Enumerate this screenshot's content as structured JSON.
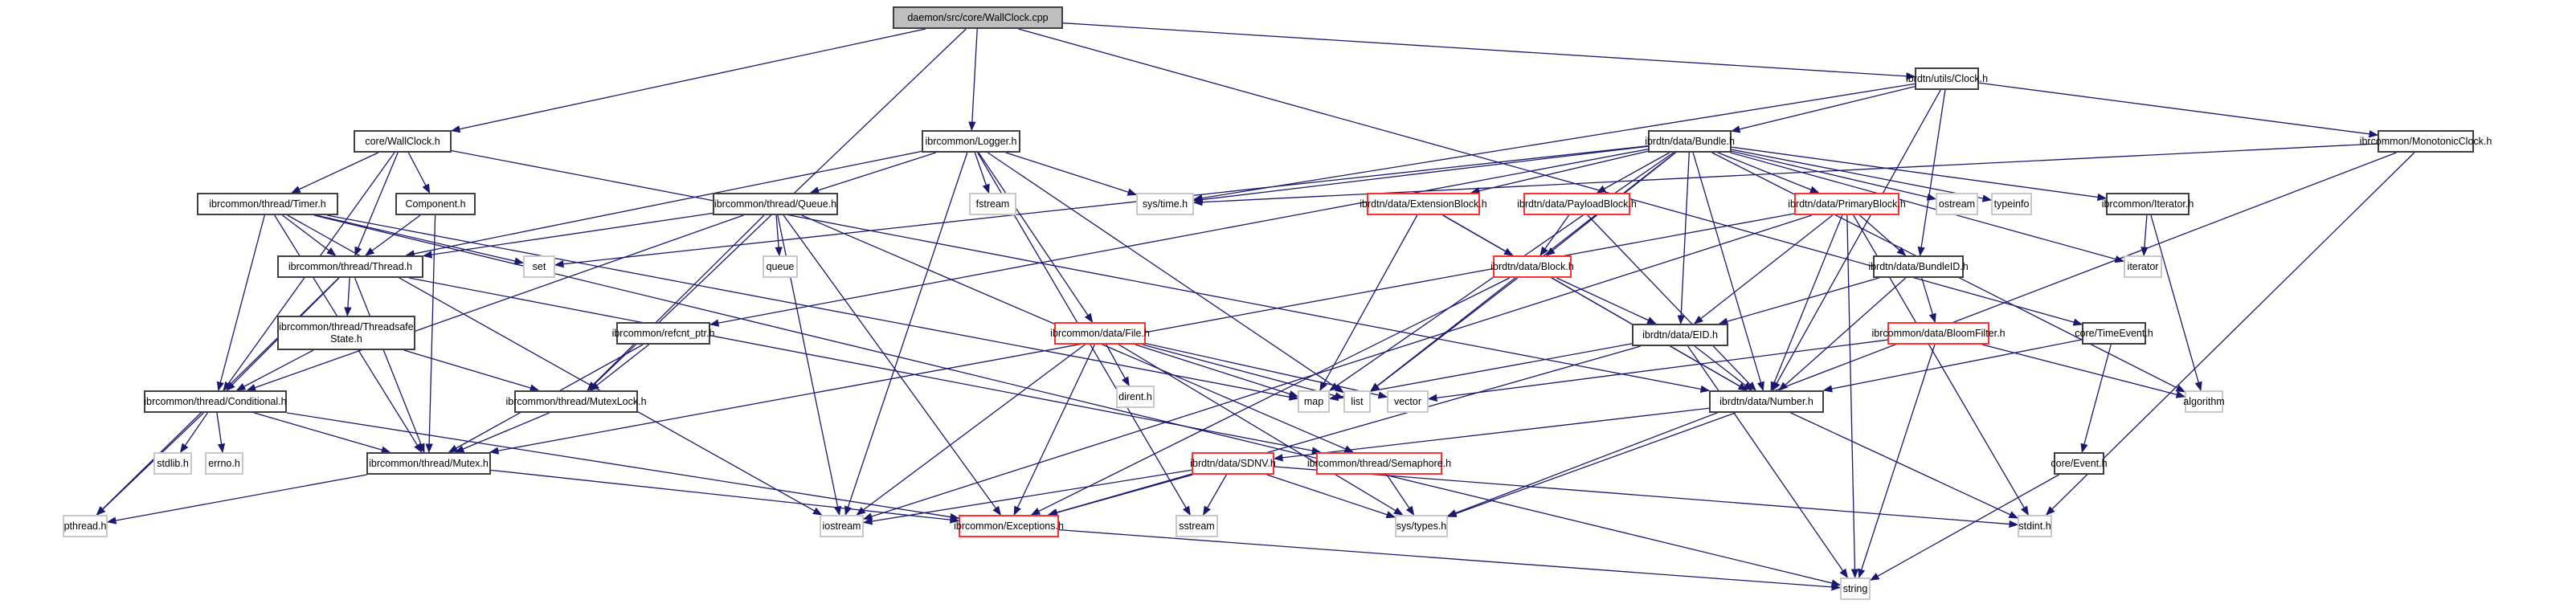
{
  "title": "daemon/src/core/WallClock.cpp include dependency graph",
  "colors": {
    "edge": "#191970",
    "local_border": "#404040",
    "system_border": "#c8c8c8",
    "truncated_border": "#ff3030",
    "root_fill": "#bfbfbf"
  },
  "nodes": [
    {
      "id": "root",
      "label": "daemon/src/core/WallClock.cpp",
      "kind": "root"
    },
    {
      "id": "wallclock_h",
      "label": "core/WallClock.h",
      "kind": "local"
    },
    {
      "id": "logger",
      "label": "ibrcommon/Logger.h",
      "kind": "local"
    },
    {
      "id": "clock",
      "label": "ibrdtn/utils/Clock.h",
      "kind": "local"
    },
    {
      "id": "timer",
      "label": "ibrcommon/thread/Timer.h",
      "kind": "local"
    },
    {
      "id": "component",
      "label": "Component.h",
      "kind": "local"
    },
    {
      "id": "queue_h",
      "label": "ibrcommon/thread/Queue.h",
      "kind": "local"
    },
    {
      "id": "fstream",
      "label": "fstream",
      "kind": "system"
    },
    {
      "id": "systime",
      "label": "sys/time.h",
      "kind": "system"
    },
    {
      "id": "bundle",
      "label": "ibrdtn/data/Bundle.h",
      "kind": "local"
    },
    {
      "id": "monoclock",
      "label": "ibrcommon/MonotonicClock.h",
      "kind": "local"
    },
    {
      "id": "thread",
      "label": "ibrcommon/thread/Thread.h",
      "kind": "local"
    },
    {
      "id": "set",
      "label": "set",
      "kind": "system"
    },
    {
      "id": "queue",
      "label": "queue",
      "kind": "system"
    },
    {
      "id": "extblock",
      "label": "ibrdtn/data/ExtensionBlock.h",
      "kind": "truncated"
    },
    {
      "id": "payloadblock",
      "label": "ibrdtn/data/PayloadBlock.h",
      "kind": "truncated"
    },
    {
      "id": "primaryblock",
      "label": "ibrdtn/data/PrimaryBlock.h",
      "kind": "truncated"
    },
    {
      "id": "ostream",
      "label": "ostream",
      "kind": "system"
    },
    {
      "id": "typeinfo",
      "label": "typeinfo",
      "kind": "system"
    },
    {
      "id": "iterator_h",
      "label": "ibrcommon/Iterator.h",
      "kind": "local"
    },
    {
      "id": "tsstate",
      "label": "ibrcommon/thread/Threadsafe\nState.h",
      "kind": "local"
    },
    {
      "id": "block",
      "label": "ibrdtn/data/Block.h",
      "kind": "truncated"
    },
    {
      "id": "bundleid",
      "label": "ibrdtn/data/BundleID.h",
      "kind": "local"
    },
    {
      "id": "iterator",
      "label": "iterator",
      "kind": "system"
    },
    {
      "id": "refcnt",
      "label": "ibrcommon/refcnt_ptr.h",
      "kind": "local"
    },
    {
      "id": "file",
      "label": "ibrcommon/data/File.h",
      "kind": "truncated"
    },
    {
      "id": "eid",
      "label": "ibrdtn/data/EID.h",
      "kind": "local"
    },
    {
      "id": "bloom",
      "label": "ibrcommon/data/BloomFilter.h",
      "kind": "truncated"
    },
    {
      "id": "timeevent",
      "label": "core/TimeEvent.h",
      "kind": "local"
    },
    {
      "id": "conditional",
      "label": "ibrcommon/thread/Conditional.h",
      "kind": "local"
    },
    {
      "id": "mutexlock",
      "label": "ibrcommon/thread/MutexLock.h",
      "kind": "local"
    },
    {
      "id": "dirent",
      "label": "dirent.h",
      "kind": "system"
    },
    {
      "id": "map",
      "label": "map",
      "kind": "system"
    },
    {
      "id": "list",
      "label": "list",
      "kind": "system"
    },
    {
      "id": "vector",
      "label": "vector",
      "kind": "system"
    },
    {
      "id": "number",
      "label": "ibrdtn/data/Number.h",
      "kind": "local"
    },
    {
      "id": "algorithm",
      "label": "algorithm",
      "kind": "system"
    },
    {
      "id": "stdlib",
      "label": "stdlib.h",
      "kind": "system"
    },
    {
      "id": "errno",
      "label": "errno.h",
      "kind": "system"
    },
    {
      "id": "mutex",
      "label": "ibrcommon/thread/Mutex.h",
      "kind": "local"
    },
    {
      "id": "sdnv",
      "label": "ibrdtn/data/SDNV.h",
      "kind": "truncated"
    },
    {
      "id": "semaphore",
      "label": "ibrcommon/thread/Semaphore.h",
      "kind": "truncated"
    },
    {
      "id": "event",
      "label": "core/Event.h",
      "kind": "local"
    },
    {
      "id": "pthread",
      "label": "pthread.h",
      "kind": "system"
    },
    {
      "id": "iostream",
      "label": "iostream",
      "kind": "system"
    },
    {
      "id": "exceptions",
      "label": "ibrcommon/Exceptions.h",
      "kind": "truncated"
    },
    {
      "id": "sstream",
      "label": "sstream",
      "kind": "system"
    },
    {
      "id": "systypes",
      "label": "sys/types.h",
      "kind": "system"
    },
    {
      "id": "stdint",
      "label": "stdint.h",
      "kind": "system"
    },
    {
      "id": "string",
      "label": "string",
      "kind": "system"
    }
  ],
  "edges": [
    [
      "root",
      "wallclock_h"
    ],
    [
      "root",
      "logger"
    ],
    [
      "root",
      "clock"
    ],
    [
      "root",
      "mutexlock"
    ],
    [
      "root",
      "timeevent"
    ],
    [
      "wallclock_h",
      "timer"
    ],
    [
      "wallclock_h",
      "component"
    ],
    [
      "wallclock_h",
      "thread"
    ],
    [
      "wallclock_h",
      "conditional"
    ],
    [
      "wallclock_h",
      "number"
    ],
    [
      "timer",
      "thread"
    ],
    [
      "timer",
      "conditional"
    ],
    [
      "timer",
      "set"
    ],
    [
      "timer",
      "mutex"
    ],
    [
      "timer",
      "iostream"
    ],
    [
      "timer",
      "string"
    ],
    [
      "timer",
      "map"
    ],
    [
      "component",
      "thread"
    ],
    [
      "component",
      "mutex"
    ],
    [
      "logger",
      "queue_h"
    ],
    [
      "logger",
      "fstream"
    ],
    [
      "logger",
      "systime"
    ],
    [
      "logger",
      "thread"
    ],
    [
      "logger",
      "file"
    ],
    [
      "logger",
      "iostream"
    ],
    [
      "logger",
      "list"
    ],
    [
      "logger",
      "sstream"
    ],
    [
      "queue_h",
      "queue"
    ],
    [
      "queue_h",
      "thread"
    ],
    [
      "queue_h",
      "conditional"
    ],
    [
      "queue_h",
      "mutexlock"
    ],
    [
      "queue_h",
      "exceptions"
    ],
    [
      "queue_h",
      "iostream"
    ],
    [
      "queue_h",
      "semaphore"
    ],
    [
      "clock",
      "bundle"
    ],
    [
      "clock",
      "monoclock"
    ],
    [
      "clock",
      "systime"
    ],
    [
      "clock",
      "bundleid"
    ],
    [
      "clock",
      "number"
    ],
    [
      "bundle",
      "extblock"
    ],
    [
      "bundle",
      "payloadblock"
    ],
    [
      "bundle",
      "primaryblock"
    ],
    [
      "bundle",
      "block"
    ],
    [
      "bundle",
      "eid"
    ],
    [
      "bundle",
      "ostream"
    ],
    [
      "bundle",
      "typeinfo"
    ],
    [
      "bundle",
      "iterator_h"
    ],
    [
      "bundle",
      "iterator"
    ],
    [
      "bundle",
      "list"
    ],
    [
      "bundle",
      "map"
    ],
    [
      "bundle",
      "set"
    ],
    [
      "bundle",
      "systime"
    ],
    [
      "bundle",
      "refcnt"
    ],
    [
      "bundle",
      "algorithm"
    ],
    [
      "bundle",
      "number"
    ],
    [
      "monoclock",
      "systime"
    ],
    [
      "monoclock",
      "stdint"
    ],
    [
      "monoclock",
      "systypes"
    ],
    [
      "thread",
      "tsstate"
    ],
    [
      "thread",
      "conditional"
    ],
    [
      "thread",
      "mutex"
    ],
    [
      "thread",
      "pthread"
    ],
    [
      "thread",
      "semaphore"
    ],
    [
      "tsstate",
      "conditional"
    ],
    [
      "tsstate",
      "mutexlock"
    ],
    [
      "extblock",
      "block"
    ],
    [
      "extblock",
      "number"
    ],
    [
      "extblock",
      "map"
    ],
    [
      "payloadblock",
      "block"
    ],
    [
      "payloadblock",
      "number"
    ],
    [
      "primaryblock",
      "bundleid"
    ],
    [
      "primaryblock",
      "eid"
    ],
    [
      "primaryblock",
      "number"
    ],
    [
      "primaryblock",
      "iostream"
    ],
    [
      "primaryblock",
      "mutex"
    ],
    [
      "primaryblock",
      "stdint"
    ],
    [
      "primaryblock",
      "string"
    ],
    [
      "block",
      "eid"
    ],
    [
      "block",
      "number"
    ],
    [
      "block",
      "list"
    ],
    [
      "block",
      "exceptions"
    ],
    [
      "bundleid",
      "eid"
    ],
    [
      "bundleid",
      "bloom"
    ],
    [
      "bundleid",
      "number"
    ],
    [
      "iterator_h",
      "iterator"
    ],
    [
      "iterator_h",
      "algorithm"
    ],
    [
      "refcnt",
      "mutexlock"
    ],
    [
      "refcnt",
      "mutex"
    ],
    [
      "file",
      "dirent"
    ],
    [
      "file",
      "map"
    ],
    [
      "file",
      "list"
    ],
    [
      "file",
      "vector"
    ],
    [
      "file",
      "iostream"
    ],
    [
      "file",
      "exceptions"
    ],
    [
      "file",
      "systypes"
    ],
    [
      "eid",
      "number"
    ],
    [
      "eid",
      "exceptions"
    ],
    [
      "eid",
      "string"
    ],
    [
      "eid",
      "map"
    ],
    [
      "bloom",
      "vector"
    ],
    [
      "bloom",
      "algorithm"
    ],
    [
      "bloom",
      "string"
    ],
    [
      "timeevent",
      "event"
    ],
    [
      "timeevent",
      "number"
    ],
    [
      "conditional",
      "mutex"
    ],
    [
      "conditional",
      "pthread"
    ],
    [
      "conditional",
      "stdlib"
    ],
    [
      "conditional",
      "errno"
    ],
    [
      "conditional",
      "exceptions"
    ],
    [
      "mutexlock",
      "mutex"
    ],
    [
      "number",
      "sdnv"
    ],
    [
      "number",
      "stdint"
    ],
    [
      "number",
      "systypes"
    ],
    [
      "mutex",
      "pthread"
    ],
    [
      "mutex",
      "exceptions"
    ],
    [
      "sdnv",
      "exceptions"
    ],
    [
      "sdnv",
      "sstream"
    ],
    [
      "sdnv",
      "iostream"
    ],
    [
      "sdnv",
      "systypes"
    ],
    [
      "sdnv",
      "stdint"
    ],
    [
      "semaphore",
      "systypes"
    ],
    [
      "event",
      "string"
    ],
    [
      "exceptions",
      "string"
    ]
  ]
}
